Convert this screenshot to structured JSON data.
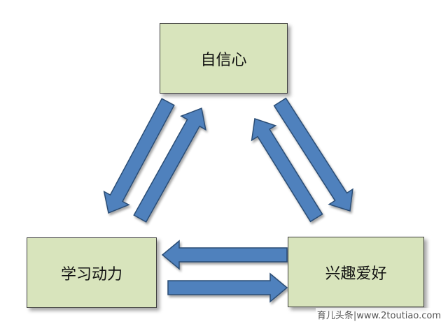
{
  "nodes": {
    "top": "自信心",
    "left": "学习动力",
    "right": "兴趣爱好"
  },
  "watermark": "育儿头条|www.2toutiao.com",
  "colors": {
    "box_fill": "#d8e4bc",
    "box_border": "#3f3f3f",
    "arrow_fill": "#4f81bd",
    "arrow_stroke": "#2c4d75"
  }
}
